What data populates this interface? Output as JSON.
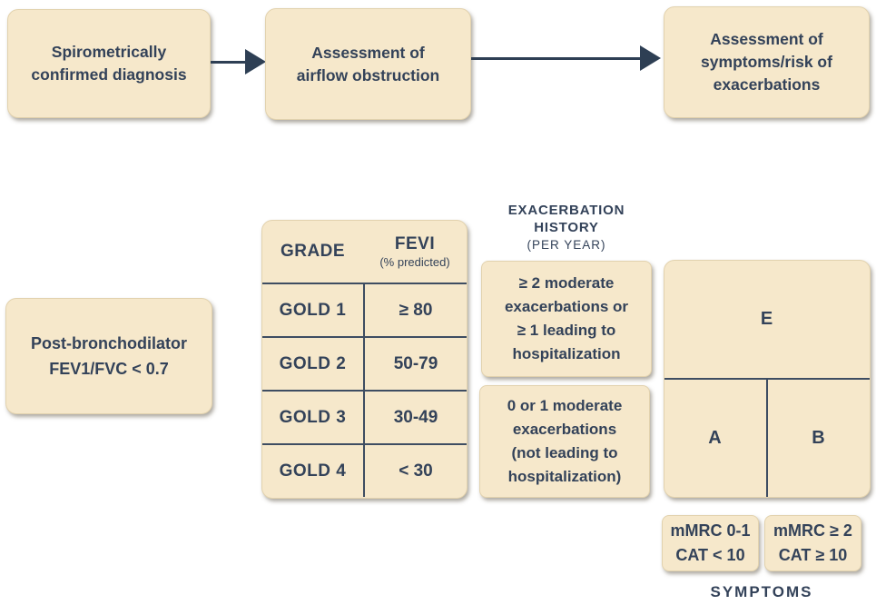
{
  "palette": {
    "bg": "#ffffff",
    "box_fill": "#f6e8cb",
    "box_border": "#e2d2ae",
    "text": "#334259",
    "line": "#3e4d62",
    "arrow": "#2e3f54",
    "shadow": "rgba(95,88,72,0.5)"
  },
  "flow": {
    "steps": [
      {
        "label": "Spirometrically\nconfirmed diagnosis"
      },
      {
        "label": "Assessment of\nairflow obstruction"
      },
      {
        "label": "Assessment of\nsymptoms/risk of\nexacerbations"
      }
    ]
  },
  "diagnosis": {
    "label": "Post-bronchodilator\nFEV1/FVC < 0.7"
  },
  "grade_table": {
    "col1_header": "GRADE",
    "col2_header": "FEVI",
    "col2_subheader": "(% predicted)",
    "rows": [
      {
        "grade": "GOLD 1",
        "fev": "≥ 80"
      },
      {
        "grade": "GOLD 2",
        "fev": "50-79"
      },
      {
        "grade": "GOLD 3",
        "fev": "30-49"
      },
      {
        "grade": "GOLD 4",
        "fev": "< 30"
      }
    ]
  },
  "exacerbation_history": {
    "title": "EXACERBATION\nHISTORY",
    "subtitle": "(PER YEAR)",
    "high_risk": "≥ 2 moderate\nexacerbations or\n≥ 1 leading to\nhospitalization",
    "low_risk": "0 or 1 moderate\nexacerbations\n(not leading to\nhospitalization)"
  },
  "abe_grid": {
    "top": "E",
    "bottom_left": "A",
    "bottom_right": "B"
  },
  "symptoms": {
    "low": "mMRC 0-1\nCAT < 10",
    "high": "mMRC ≥ 2\nCAT ≥ 10",
    "axis_label": "SYMPTOMS"
  }
}
